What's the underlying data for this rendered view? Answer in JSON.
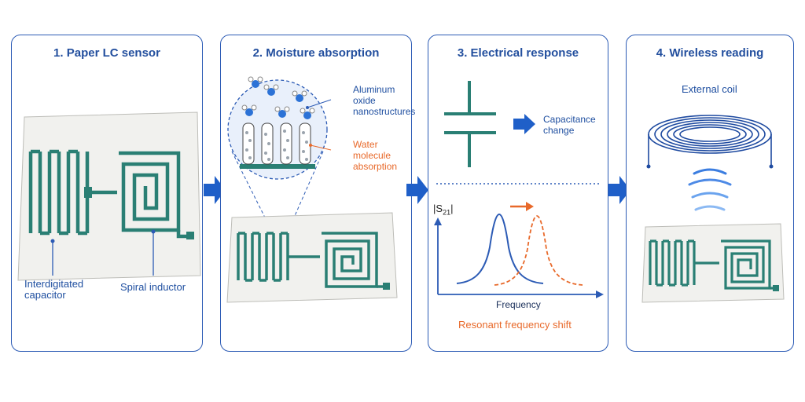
{
  "panels": [
    {
      "title": "1. Paper LC sensor"
    },
    {
      "title": "2. Moisture absorption"
    },
    {
      "title": "3. Electrical response"
    },
    {
      "title": "4. Wireless reading"
    }
  ],
  "labels": {
    "interdigitated": "Interdigitated\ncapacitor",
    "spiral": "Spiral inductor",
    "aluminum": "Aluminum\noxide\nnanostructures",
    "water": "Water\nmolecule\nabsorption",
    "capacitance": "Capacitance\nchange",
    "s21": "|S21|",
    "frequency": "Frequency",
    "resonant": "Resonant frequency shift",
    "external_coil": "External coil"
  },
  "colors": {
    "panel_border": "#2c5bb5",
    "title": "#234f9e",
    "trace": "#2a7f74",
    "curve_blue": "#2c5bb5",
    "curve_orange": "#e8692a",
    "arrow": "#1f5fc8"
  }
}
